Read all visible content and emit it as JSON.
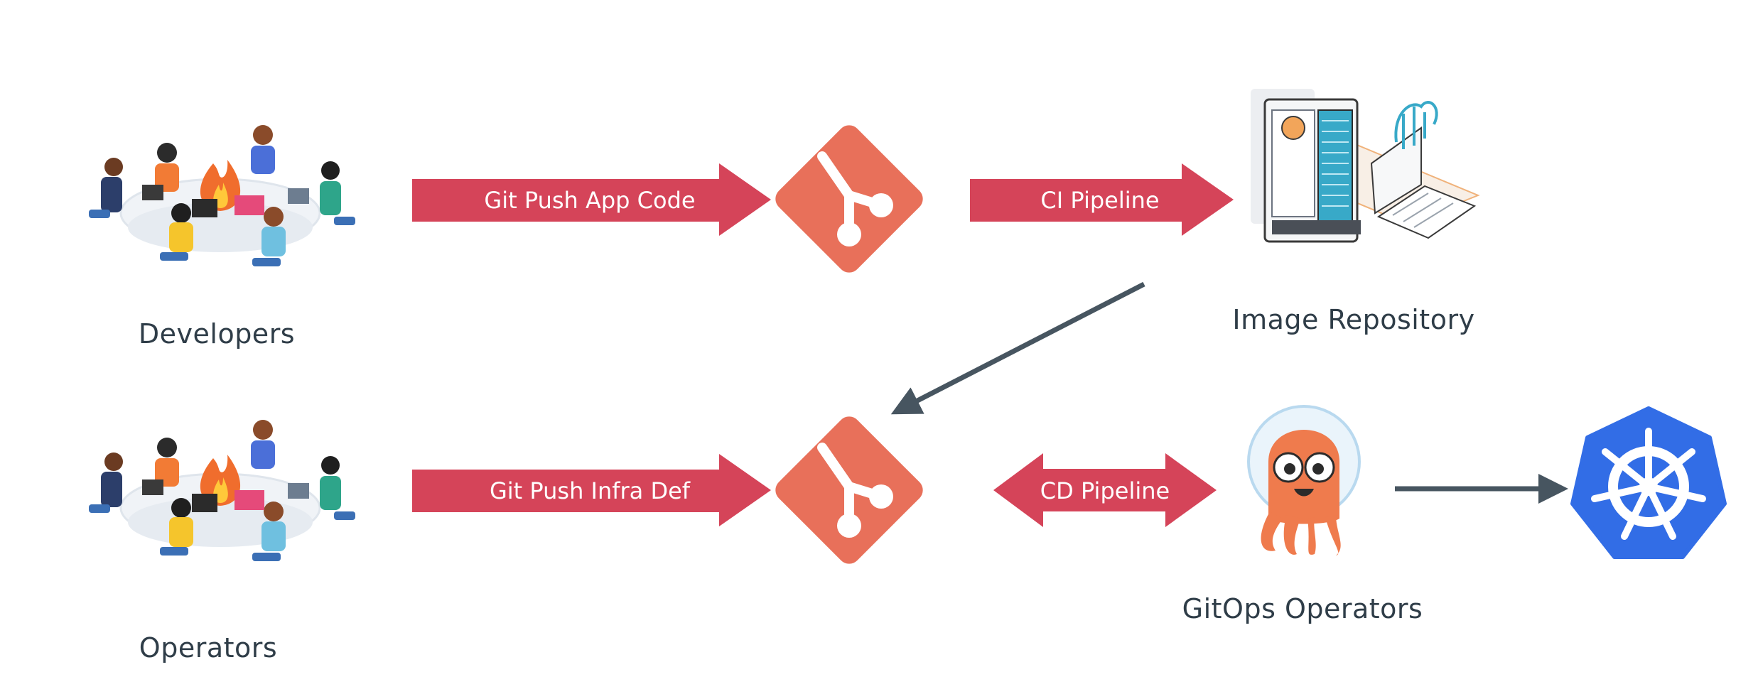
{
  "colors": {
    "arrow_red": "#d54459",
    "git_orange": "#e8705a",
    "connector": "#475560",
    "kubernetes_blue": "#326de6",
    "label_text": "#2f3d48"
  },
  "nodes": {
    "developers": {
      "label": "Developers",
      "icon": "team-at-table-illustration"
    },
    "operators": {
      "label": "Operators",
      "icon": "team-at-table-illustration"
    },
    "git_app": {
      "icon": "git-logo-icon"
    },
    "git_infra": {
      "icon": "git-logo-icon"
    },
    "image_repository": {
      "label": "Image Repository",
      "icon": "server-laptop-illustration"
    },
    "gitops_operators": {
      "label": "GitOps Operators",
      "icon": "argo-octopus-icon"
    },
    "kubernetes": {
      "icon": "kubernetes-helm-icon"
    }
  },
  "arrows": {
    "git_push_app_code": "Git Push App Code",
    "ci_pipeline": "CI Pipeline",
    "git_push_infra_def": "Git Push Infra Def",
    "cd_pipeline": "CD Pipeline"
  }
}
